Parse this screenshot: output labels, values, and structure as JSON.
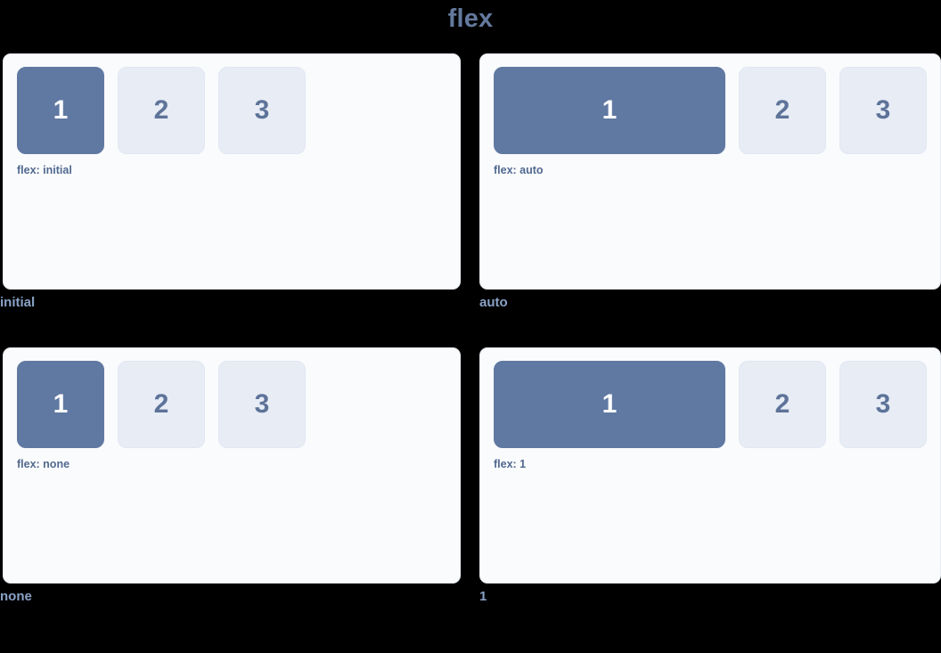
{
  "title": "flex",
  "colors": {
    "background": "#000000",
    "panel_background": "#FAFBFD",
    "panel_border": "#E8ECF3",
    "title_text": "#64799E",
    "primary_box_fill": "#6079A2",
    "primary_box_text": "#FFFFFF",
    "secondary_box_fill": "#E7ECF5",
    "secondary_box_text": "#5E7399",
    "panel_label_text": "#51698F",
    "caption_text": "#8AA2C6"
  },
  "demos": [
    {
      "mode": "initial",
      "label": "flex: initial",
      "caption": "initial",
      "boxes": [
        {
          "number": "1",
          "variant": "primary"
        },
        {
          "number": "2",
          "variant": "secondary"
        },
        {
          "number": "3",
          "variant": "secondary"
        }
      ]
    },
    {
      "mode": "auto",
      "label": "flex: auto",
      "caption": "auto",
      "boxes": [
        {
          "number": "1",
          "variant": "primary"
        },
        {
          "number": "2",
          "variant": "secondary"
        },
        {
          "number": "3",
          "variant": "secondary"
        }
      ]
    },
    {
      "mode": "none",
      "label": "flex: none",
      "caption": "none",
      "boxes": [
        {
          "number": "1",
          "variant": "primary"
        },
        {
          "number": "2",
          "variant": "secondary"
        },
        {
          "number": "3",
          "variant": "secondary"
        }
      ]
    },
    {
      "mode": "one",
      "label": "flex: 1",
      "caption": "1",
      "boxes": [
        {
          "number": "1",
          "variant": "primary"
        },
        {
          "number": "2",
          "variant": "secondary"
        },
        {
          "number": "3",
          "variant": "secondary"
        }
      ]
    }
  ]
}
